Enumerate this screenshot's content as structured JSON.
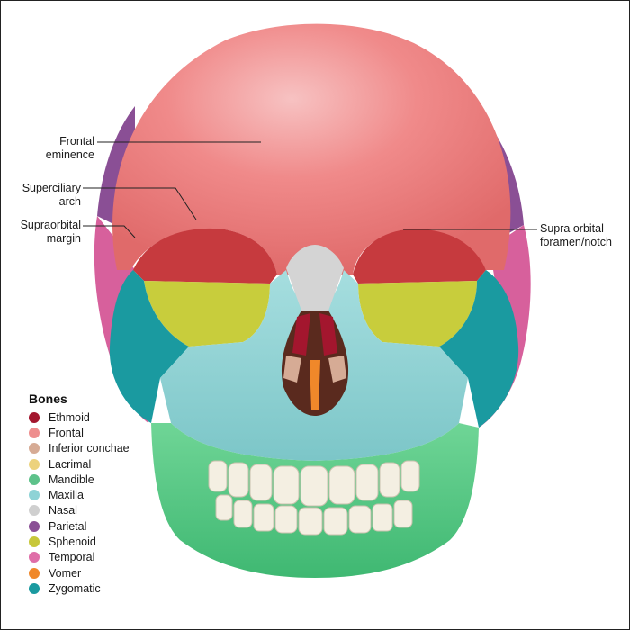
{
  "callouts": {
    "frontal_eminence": "Frontal\neminence",
    "superciliary_arch": "Superciliary\narch",
    "supraorbital_margin": "Supraorbital\nmargin",
    "supra_orbital_foramen": "Supra orbital\nforamen/notch"
  },
  "legend": {
    "title": "Bones",
    "items": [
      {
        "label": "Ethmoid",
        "color": "#a3162e"
      },
      {
        "label": "Frontal",
        "color": "#ee8e8e"
      },
      {
        "label": "Inferior conchae",
        "color": "#d6ab95"
      },
      {
        "label": "Lacrimal",
        "color": "#ecd27c"
      },
      {
        "label": "Mandible",
        "color": "#5dc28a"
      },
      {
        "label": "Maxilla",
        "color": "#8ed3d6"
      },
      {
        "label": "Nasal",
        "color": "#cfcfcf"
      },
      {
        "label": "Parietal",
        "color": "#8a4f95"
      },
      {
        "label": "Sphenoid",
        "color": "#c7c73a"
      },
      {
        "label": "Temporal",
        "color": "#df6ea8"
      },
      {
        "label": "Vomer",
        "color": "#f0882a"
      },
      {
        "label": "Zygomatic",
        "color": "#1a9aa0"
      }
    ]
  },
  "colors": {
    "frontal_fill": "#f08a8a",
    "orbit_dark": "#c63a3e",
    "sphenoid_fill": "#c8cd3c",
    "maxilla_fill": "#8fd3d4",
    "zygomatic_fill": "#1a9aa0",
    "mandible_fill": "#5fcc88",
    "temporal_fill": "#d7609c",
    "parietal_fill": "#8a4f95",
    "nasal_fill": "#d4d4d4",
    "ethmoid_fill": "#a3162e",
    "vomer_fill": "#f0882a",
    "conchae_fill": "#d6ab95",
    "tooth_fill": "#f4efe2"
  }
}
